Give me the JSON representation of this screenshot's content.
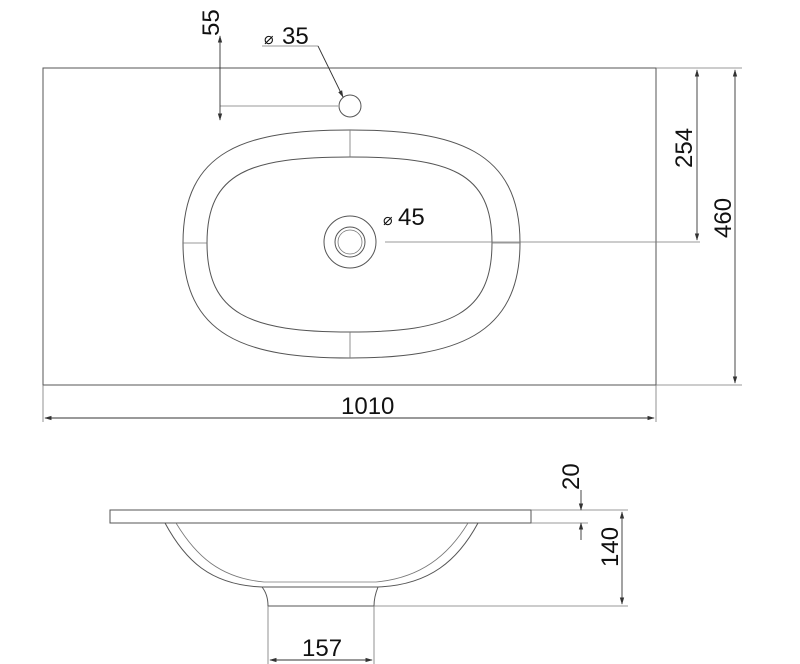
{
  "dimensions": {
    "tap_hole_offset": "55",
    "tap_hole_diameter": "35",
    "drain_diameter": "45",
    "basin_center_depth": "254",
    "total_depth": "460",
    "total_width": "1010",
    "top_thickness": "20",
    "total_height": "140",
    "drain_neck_width": "157"
  },
  "symbols": {
    "diameter": "⌀"
  }
}
